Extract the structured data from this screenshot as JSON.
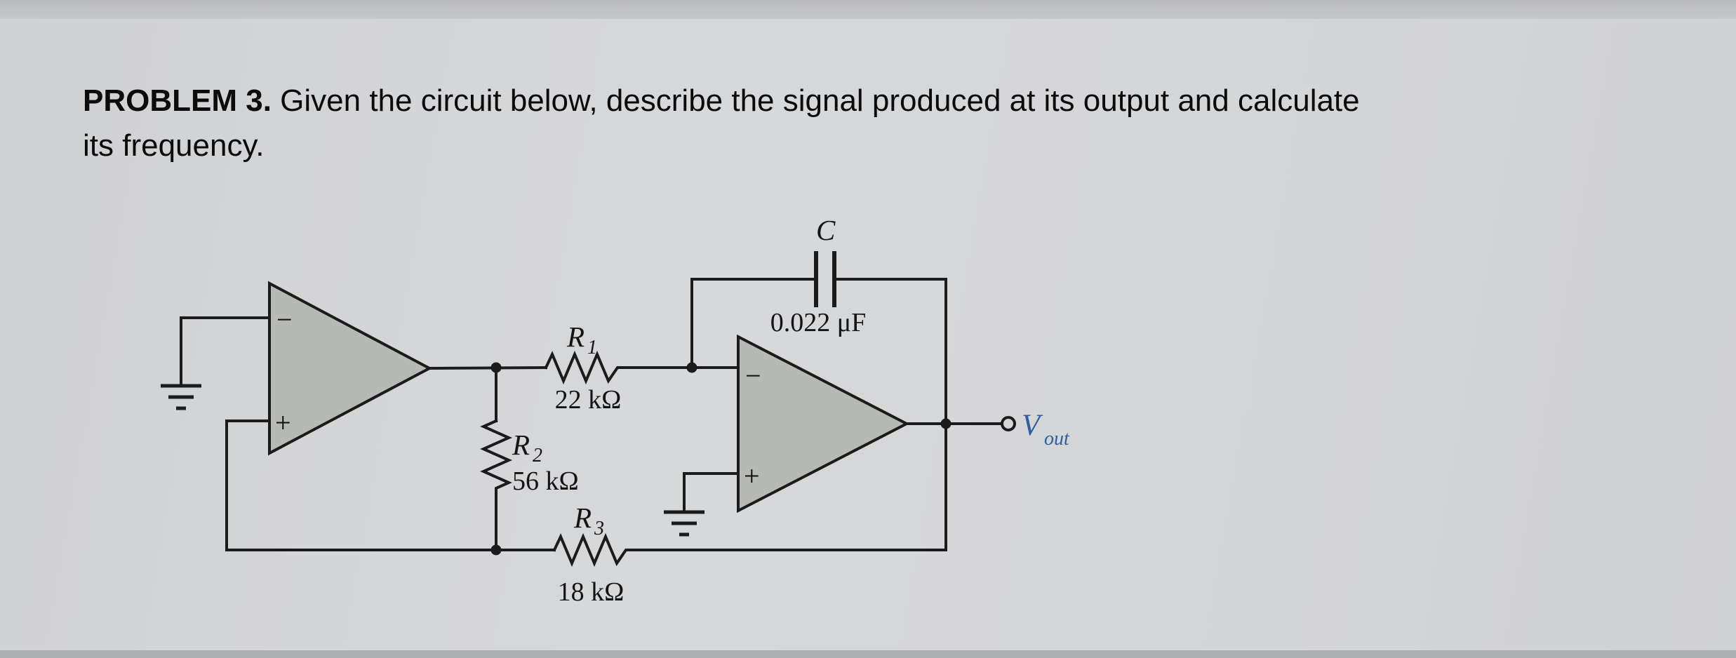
{
  "window": {
    "bg_color": "#d5d6d8",
    "top_strip_color": "#c4c6c8",
    "bottom_strip_color": "#aeb0b3"
  },
  "problem": {
    "label": "PROBLEM 3.",
    "sentence_start": "Given the circuit below, describe the signal produced at its output and calculate",
    "sentence_end": "its frequency."
  },
  "circuit": {
    "colors": {
      "wire": "#1b1b1b",
      "opamp_fill": "#b7bab4",
      "component_text": "#141414",
      "vout_text": "#2f5f9e",
      "background": "#d5d6d8"
    },
    "opamp1": {
      "minus_label": "−",
      "plus_label": "+"
    },
    "opamp2": {
      "minus_label": "−",
      "plus_label": "+"
    },
    "resistors": {
      "r1": {
        "sym": "R",
        "sub": "1",
        "value": "22 kΩ"
      },
      "r2": {
        "sym": "R",
        "sub": "2",
        "value": "56 kΩ"
      },
      "r3": {
        "sym": "R",
        "sub": "3",
        "value": "18 kΩ"
      }
    },
    "capacitor": {
      "sym": "C",
      "value": "0.022 μF"
    },
    "output": {
      "sym": "V",
      "sub": "out"
    }
  }
}
